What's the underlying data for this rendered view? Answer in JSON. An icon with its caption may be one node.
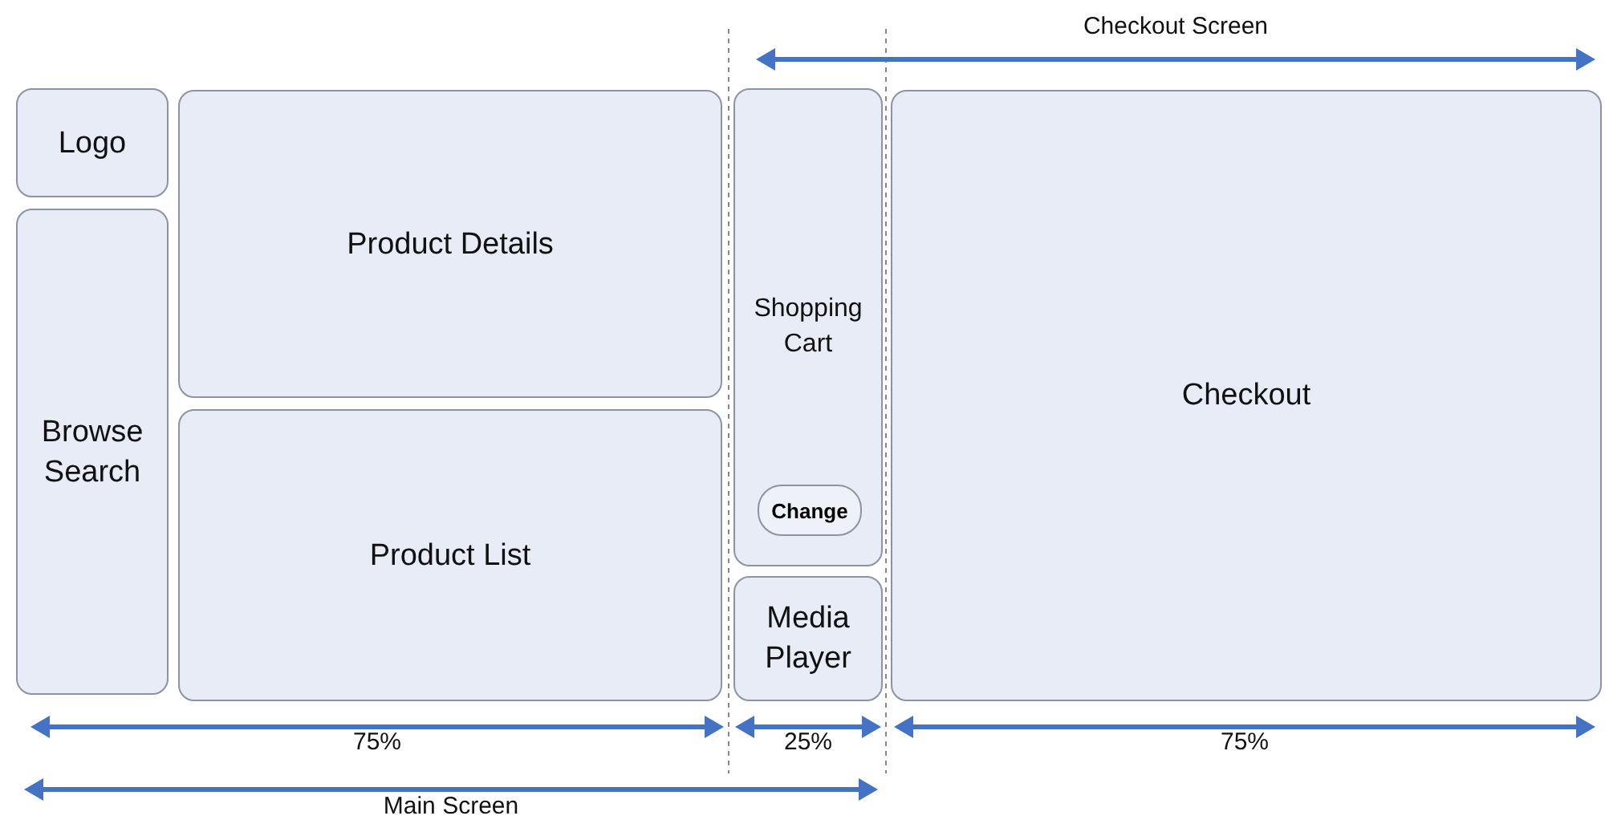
{
  "diagram": {
    "nodes": [
      {
        "text": [
          "Logo"
        ]
      },
      {
        "text": [
          "Product Details"
        ]
      },
      {
        "text": [
          "Browse Search"
        ]
      },
      {
        "text": [
          "Product List"
        ]
      },
      {
        "text": [
          "Shopping Cart"
        ]
      },
      {
        "text": [
          "Change"
        ],
        "in": 4
      },
      {
        "text": [
          "Media Player"
        ]
      },
      {
        "text": [
          "Checkout"
        ]
      }
    ],
    "edges": [],
    "labels": [
      "Checkout Screen",
      "75%",
      "25%",
      "75%",
      "Main Screen"
    ]
  }
}
